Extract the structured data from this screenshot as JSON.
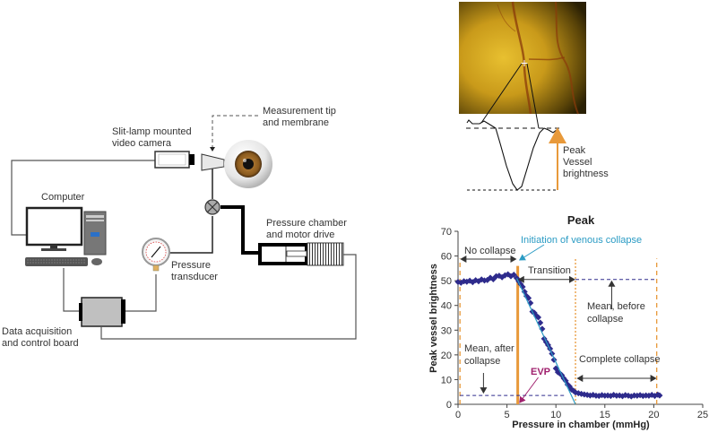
{
  "schematic": {
    "labels": {
      "camera": [
        "Slit-lamp mounted",
        "video camera"
      ],
      "tip": [
        "Measurement tip",
        "and membrane"
      ],
      "computer": "Computer",
      "chamber": [
        "Pressure chamber",
        "and motor drive"
      ],
      "transducer": [
        "Pressure",
        "transducer"
      ],
      "daq": [
        "Data acquisition",
        "and control board"
      ]
    },
    "colors": {
      "line": "#555555",
      "thick": "#000000",
      "iris": "#8a5a1e"
    }
  },
  "fundus": {
    "crosshair": "+",
    "label": [
      "Peak",
      "Vessel",
      "brightness"
    ],
    "arrow_color": "#e8993a"
  },
  "chart_data": {
    "type": "scatter",
    "title": "Peak",
    "xlabel": "Pressure in chamber (mmHg)",
    "ylabel": "Peak vessel brightness",
    "xlim": [
      0,
      25
    ],
    "ylim": [
      0,
      70
    ],
    "xticks": [
      0,
      5,
      10,
      15,
      20,
      25
    ],
    "yticks": [
      0,
      10,
      20,
      30,
      40,
      50,
      60,
      70
    ],
    "grid": false,
    "colors": {
      "points": "#2e2b8c",
      "fit": "#2a9bc4",
      "vlines": "#e8993a",
      "mean": "#2e2b8c",
      "evp": "#a0216e",
      "initiation": "#2a9bc4",
      "text": "#333333"
    },
    "x": [
      0,
      0.3,
      0.6,
      0.9,
      1.2,
      1.5,
      1.8,
      2.1,
      2.4,
      2.7,
      3.0,
      3.3,
      3.6,
      3.9,
      4.2,
      4.5,
      4.8,
      5.1,
      5.4,
      5.7,
      6.0,
      6.2,
      6.4,
      6.6,
      6.8,
      7.0,
      7.2,
      7.4,
      7.6,
      7.8,
      8.0,
      8.2,
      8.4,
      8.6,
      8.8,
      9.0,
      9.2,
      9.4,
      9.6,
      9.8,
      10.0,
      10.2,
      10.4,
      10.6,
      10.8,
      11.0,
      11.2,
      11.4,
      11.6,
      11.8,
      12.0,
      12.3,
      12.6,
      12.9,
      13.2,
      13.5,
      13.8,
      14.1,
      14.4,
      14.7,
      15.0,
      15.3,
      15.6,
      15.9,
      16.2,
      16.5,
      16.8,
      17.1,
      17.4,
      17.7,
      18.0,
      18.3,
      18.6,
      18.9,
      19.2,
      19.5,
      19.8,
      20.1,
      20.4,
      20.6
    ],
    "y": [
      49.5,
      49.2,
      49.8,
      49.6,
      50.0,
      49.4,
      50.2,
      49.8,
      50.5,
      50.1,
      50.3,
      51.2,
      50.6,
      51.8,
      52.0,
      51.4,
      52.2,
      52.6,
      51.8,
      52.4,
      51.0,
      49.8,
      48.6,
      47.5,
      45.5,
      43.8,
      43.0,
      41.0,
      37.5,
      37.0,
      35.8,
      35.2,
      33.0,
      30.5,
      26.5,
      25.2,
      24.0,
      22.5,
      20.5,
      18.0,
      14.5,
      13.0,
      12.5,
      11.8,
      10.5,
      9.5,
      8.0,
      7.2,
      6.0,
      5.5,
      4.8,
      4.5,
      4.2,
      4.0,
      3.8,
      3.6,
      3.8,
      3.5,
      3.4,
      3.7,
      3.5,
      3.6,
      3.4,
      3.8,
      3.5,
      3.6,
      3.3,
      3.7,
      3.5,
      3.2,
      3.6,
      3.5,
      3.7,
      3.4,
      3.6,
      3.5,
      3.8,
      3.4,
      3.9,
      3.6
    ],
    "fit_line": {
      "x": [
        6.0,
        12.0
      ],
      "y": [
        51.0,
        0
      ]
    },
    "mean_before": 50.5,
    "mean_after": 3.6,
    "vertical_lines": [
      {
        "x": 0.2,
        "style": "dashed"
      },
      {
        "x": 6.1,
        "style": "solid"
      },
      {
        "x": 12.0,
        "style": "dotted"
      },
      {
        "x": 20.3,
        "style": "dashed"
      }
    ],
    "annotations": {
      "no_collapse": "No collapse",
      "initiation": "Initiation of venous collapse",
      "transition": "Transition",
      "mean_before": [
        "Mean, before",
        "collapse"
      ],
      "mean_after": [
        "Mean, after",
        "collapse"
      ],
      "complete": "Complete collapse",
      "evp": "EVP"
    }
  }
}
